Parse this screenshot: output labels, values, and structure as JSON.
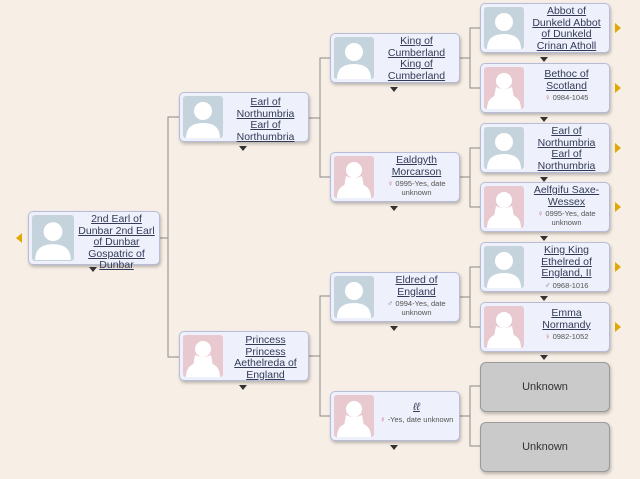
{
  "root": {
    "name": "2nd Earl of Dunbar 2nd Earl of Dunbar Gospatric of Dunbar",
    "sex": "male"
  },
  "father": {
    "name": "Earl of Northumbria Earl of Northumbria",
    "sex": "male"
  },
  "mother": {
    "name": "Princess Princess Aethelreda of England",
    "sex": "female"
  },
  "paternal_grandfather": {
    "name": "King of Cumberland King of Cumberland",
    "sex": "male"
  },
  "paternal_grandmother": {
    "name": "Ealdgyth Morcarson",
    "sex": "female",
    "dates": "0995-Yes, date unknown"
  },
  "maternal_grandfather": {
    "name": "Eldred of England",
    "sex": "male",
    "dates": "0994-Yes, date unknown"
  },
  "maternal_grandmother": {
    "name": "",
    "name_glyph": "ℓℓ",
    "sex": "female",
    "dates": "-Yes, date unknown"
  },
  "gg1": {
    "name": "Abbot of Dunkeld Abbot of Dunkeld Crinan Atholl",
    "sex": "male"
  },
  "gg2": {
    "name": "Bethoc of Scotland",
    "sex": "female",
    "dates": "0984-1045"
  },
  "gg3": {
    "name": "Earl of Northumbria Earl of Northumbria",
    "sex": "male"
  },
  "gg4": {
    "name": "Aelfgifu Saxe-Wessex",
    "sex": "female",
    "dates": "0995-Yes, date unknown"
  },
  "gg5": {
    "name": "King King Ethelred of England, II",
    "sex": "male",
    "dates": "0968-1016"
  },
  "gg6": {
    "name": "Emma Normandy",
    "sex": "female",
    "dates": "0982-1052"
  },
  "unknown1": "Unknown",
  "unknown2": "Unknown",
  "symbols": {
    "female": "♀",
    "male": "♂"
  },
  "icons": {
    "person_silhouette": "person-silhouette-icon",
    "expand_right": "arrow-right-icon",
    "expand_left": "arrow-left-icon",
    "menu_caret": "caret-down-icon"
  },
  "colors": {
    "background": "#f7efe6",
    "card": "#eef0fb",
    "male_avatar": "#c5d3dd",
    "female_avatar": "#e8c9cf",
    "expand_arrow": "#e0a800",
    "unknown_card": "#cacaca"
  }
}
